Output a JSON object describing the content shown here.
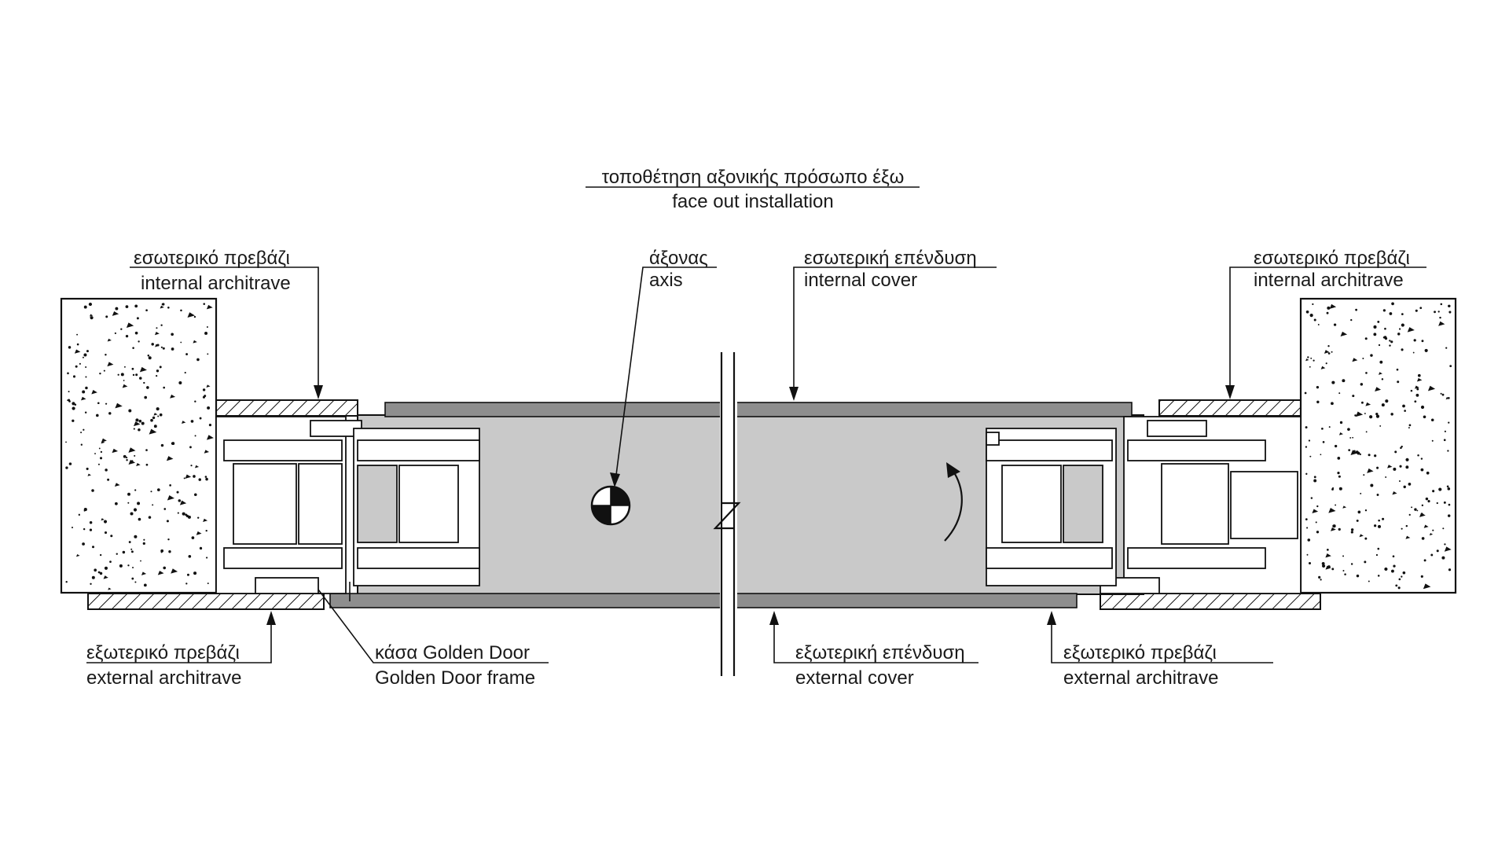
{
  "title": {
    "greek": "τοποθέτηση αξονικής πρόσωπο έξω",
    "english": "face out installation"
  },
  "labels": {
    "internal_architrave_left": {
      "greek": "εσωτερικό πρεβάζι",
      "english": "internal architrave"
    },
    "axis": {
      "greek": "άξονας",
      "english": "axis"
    },
    "internal_cover": {
      "greek": "εσωτερική επένδυση",
      "english": "internal cover"
    },
    "internal_architrave_right": {
      "greek": "εσωτερικό πρεβάζι",
      "english": "internal architrave"
    },
    "external_architrave_left": {
      "greek": "εξωτερικό πρεβάζι",
      "english": "external architrave"
    },
    "frame": {
      "greek": "κάσα Golden Door",
      "english": "Golden Door frame"
    },
    "external_cover": {
      "greek": "εξωτερική επένδυση",
      "english": "external cover"
    },
    "external_architrave_right": {
      "greek": "εξωτερικό πρεβάζι",
      "english": "external architrave"
    }
  },
  "colors": {
    "door_leaf": "#c9c9c9",
    "cover_strip": "#8e8e8e",
    "line": "#111111"
  }
}
